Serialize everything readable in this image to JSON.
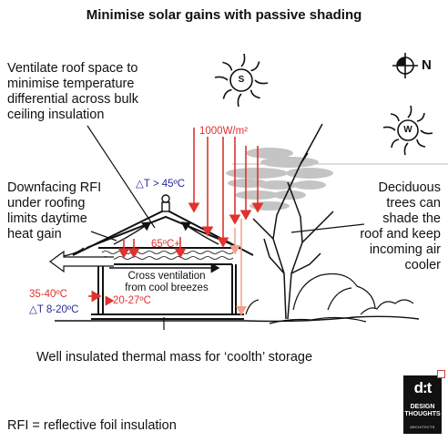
{
  "title": "Minimise solar gains with passive shading",
  "labels": {
    "ventilate": [
      "Ventilate roof space to",
      "minimise temperature",
      "differential across bulk",
      "ceiling insulation"
    ],
    "rfi": [
      "Downfacing RFI",
      "under roofing",
      "limits daytime",
      "heat gain"
    ],
    "deciduous": [
      "Deciduous",
      "trees can",
      "shade the",
      "roof and keep",
      "incoming air",
      "cooler"
    ],
    "cross_vent": [
      "Cross ventilation",
      "from cool breezes"
    ],
    "thermal_mass": "Well insulated thermal mass for ‘coolth’ storage",
    "rfi_def": "RFI = reflective foil insulation"
  },
  "values": {
    "solar": "1000W/m²",
    "delta_roof": "△T > 45ºC",
    "roof_temp": "65ºC+",
    "outside": "35-40ºC",
    "delta_wall": "△T 8-20ºC",
    "inside": "20-27ºC"
  },
  "compass": {
    "north": "N"
  },
  "suns": {
    "summer": "S",
    "winter": "W"
  },
  "logo": {
    "line1": "DESIGN",
    "line2": "THOUGHTS",
    "line3": "ARCHITECTS"
  },
  "colors": {
    "red": "#e0322e",
    "salmon": "#f2a08a",
    "blue": "#2a2aa0",
    "foliage": "#c4c4c4"
  }
}
